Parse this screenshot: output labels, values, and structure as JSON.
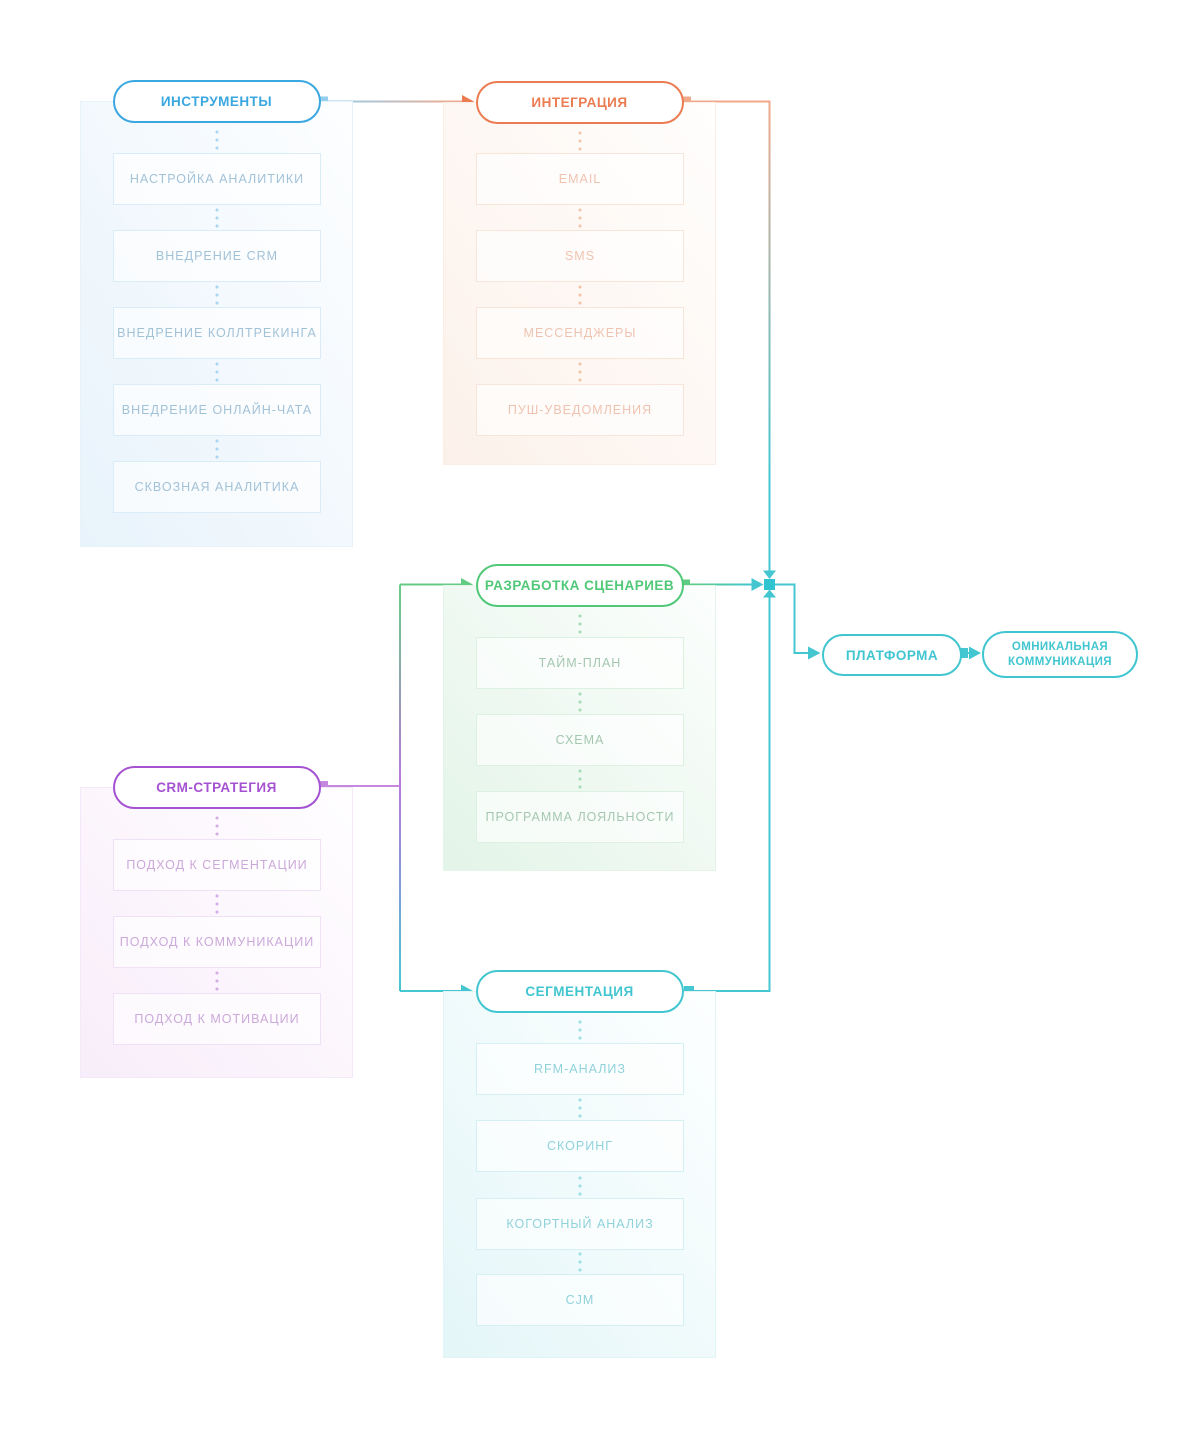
{
  "sections": {
    "tools": {
      "title": "ИНСТРУМЕНТЫ",
      "color": "#3AA7E0",
      "items": [
        "НАСТРОЙКА АНАЛИТИКИ",
        "ВНЕДРЕНИЕ CRM",
        "ВНЕДРЕНИЕ КОЛЛТРЕКИНГА",
        "ВНЕДРЕНИЕ ОНЛАЙН-ЧАТА",
        "СКВОЗНАЯ АНАЛИТИКА"
      ]
    },
    "integration": {
      "title": "ИНТЕГРАЦИЯ",
      "color": "#EB7C51",
      "items": [
        "EMAIL",
        "SMS",
        "МЕССЕНДЖЕРЫ",
        "ПУШ-УВЕДОМЛЕНИЯ"
      ]
    },
    "scenarios": {
      "title": "РАЗРАБОТКА СЦЕНАРИЕВ",
      "color": "#50C878",
      "items": [
        "ТАЙМ-ПЛАН",
        "СХЕМА",
        "ПРОГРАММА ЛОЯЛЬНОСТИ"
      ]
    },
    "crm": {
      "title": "CRM-СТРАТЕГИЯ",
      "color": "#A552D2",
      "items": [
        "ПОДХОД К СЕГМЕНТАЦИИ",
        "ПОДХОД К КОММУНИКАЦИИ",
        "ПОДХОД К МОТИВАЦИИ"
      ]
    },
    "segmentation": {
      "title": "СЕГМЕНТАЦИЯ",
      "color": "#41C6D0",
      "items": [
        "RFM-АНАЛИЗ",
        "СКОРИНГ",
        "КОГОРТНЫЙ АНАЛИЗ",
        "CJM"
      ]
    }
  },
  "nodes": {
    "platform": {
      "label": "ПЛАТФОРМА",
      "color": "#41C6D0"
    },
    "omnichannel": {
      "label": "ОМНИКАЛЬНАЯ КОММУНИКАЦИЯ",
      "color": "#41C6D0"
    }
  },
  "edges": [
    {
      "from": "ИНСТРУМЕНТЫ",
      "to": "ИНТЕГРАЦИЯ"
    },
    {
      "from": "ИНТЕГРАЦИЯ",
      "to": "junction"
    },
    {
      "from": "РАЗРАБОТКА СЦЕНАРИЕВ",
      "to": "junction"
    },
    {
      "from": "СЕГМЕНТАЦИЯ",
      "to": "junction"
    },
    {
      "from": "CRM-СТРАТЕГИЯ",
      "to": "РАЗРАБОТКА СЦЕНАРИЕВ"
    },
    {
      "from": "CRM-СТРАТЕГИЯ",
      "to": "СЕГМЕНТАЦИЯ"
    },
    {
      "from": "junction",
      "to": "ПЛАТФОРМА"
    },
    {
      "from": "ПЛАТФОРМА",
      "to": "ОМНИКАЛЬНАЯ КОММУНИКАЦИЯ"
    }
  ]
}
